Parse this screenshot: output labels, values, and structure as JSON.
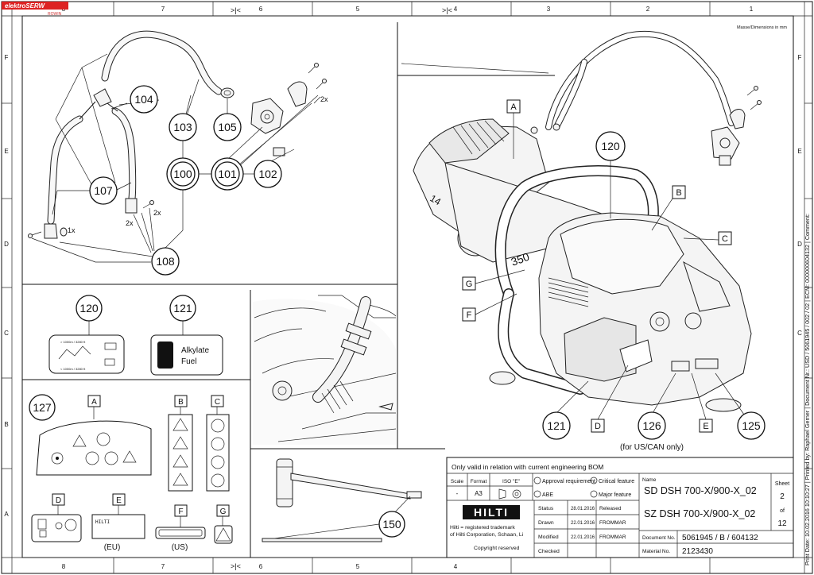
{
  "watermark": "elektroSERW",
  "watermark_sub": "ROWIN",
  "grid": {
    "cols_top": [
      "8",
      "7",
      "6",
      "5",
      "4",
      "3",
      "2",
      "1"
    ],
    "rows": [
      "F",
      "E",
      "D",
      "C",
      "B",
      "A"
    ]
  },
  "dimensions_note": "Masse/Dimensions in mm",
  "side_note": "Print Date: 10.02.2016 10:10:27 | Printed by: Raphael Gerner | Document Nr.: USD / 5061945 / 002 / 02 | ECM: 000000604132 | Comment:",
  "callouts": {
    "hose_kit": [
      "104",
      "103",
      "105",
      "100",
      "101",
      "102",
      "107",
      "108"
    ],
    "main": [
      "120",
      "121",
      "125",
      "126"
    ],
    "qty_2x": "2x",
    "qty_1x": "1x",
    "letters": [
      "A",
      "B",
      "C",
      "D",
      "E",
      "F",
      "G"
    ]
  },
  "labels_panel": {
    "n120": "120",
    "n121": "121",
    "fuel_line1": "Alkylate",
    "fuel_line2": "Fuel",
    "alt_high": "> 1000m / 3280 ft",
    "alt_low": "< 1000m / 3280 ft"
  },
  "decals_panel": {
    "n127": "127",
    "A": "A",
    "B": "B",
    "C": "C",
    "D": "D",
    "E": "E",
    "F": "F",
    "G": "G",
    "eu": "(EU)",
    "us": "(US)",
    "brand_small": "HILTI"
  },
  "tool_panel": {
    "n150": "150"
  },
  "us_note": "(for US/CAN only)",
  "title_block": {
    "validity": "Only valid in relation with current engineering BOM",
    "scale_label": "Scale",
    "scale_value": "-",
    "format_label": "Format",
    "format_value": "A3",
    "iso_label": "ISO \"E\"",
    "approval": "Approval requirement",
    "critical": "Critical feature",
    "abe": "ABE",
    "major": "Major feature",
    "name_label": "Name",
    "name1": "SD DSH 700-X/900-X_02",
    "name2": "SZ DSH 700-X/900-X_02",
    "sheet_label": "Sheet",
    "sheet_no": "2",
    "of_label": "of",
    "sheet_total": "12",
    "logo": "HILTI",
    "trademark1": "Hilti = registered trademark",
    "trademark2": "of Hilti Corporation, Schaan, Li",
    "copyright": "Copyright reserved",
    "rows": [
      {
        "label": "Status",
        "date": "28.01.2016",
        "who": "Released"
      },
      {
        "label": "Drawn",
        "date": "22.01.2016",
        "who": "FROMMAR"
      },
      {
        "label": "Modified",
        "date": "22.01.2016",
        "who": "FROMMAR"
      },
      {
        "label": "Checked",
        "date": "",
        "who": ""
      }
    ],
    "doc_label": "Document No.",
    "doc_value": "5061945 / B / 604132",
    "mat_label": "Material No.",
    "mat_value": "2123430"
  },
  "machine_text": {
    "model_14": "14",
    "model_350": "350"
  }
}
